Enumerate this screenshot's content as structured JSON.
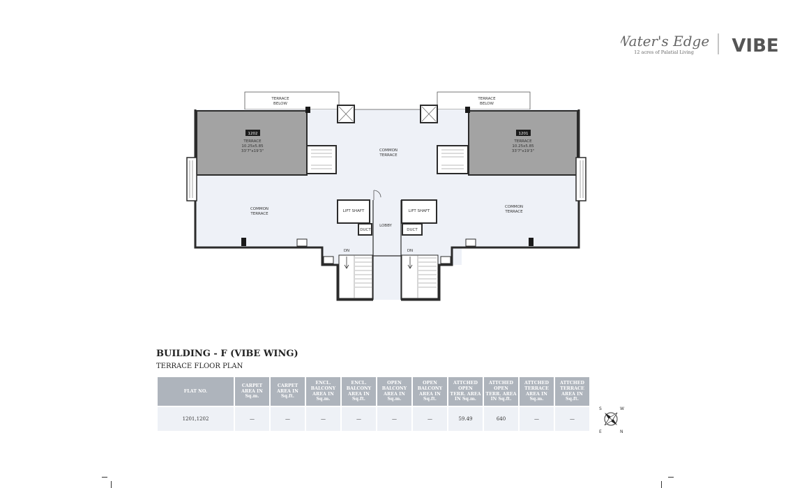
{
  "brand": {
    "project_name": "Water's Edge",
    "tagline": "12 acres of Palatial Living",
    "wing_logo": "VIBE"
  },
  "plan": {
    "labels": {
      "terrace_below": [
        "TERRACE",
        "BELOW"
      ],
      "flat_1202": "1202",
      "flat_1201": "1201",
      "terrace": "TERRACE",
      "terrace_dim_m": "10.25x5.85",
      "terrace_dim_ft": "33'7\"x19'3\"",
      "common_terrace": [
        "COMMON",
        "TERRACE"
      ],
      "lift_shaft": "LIFT SHAFT",
      "duct": "DUCT",
      "lobby": "LOBBY",
      "down": "DN"
    },
    "colors": {
      "wall": "#2b2b2b",
      "flat_terrace": "#a3a3a3",
      "common_terrace": "#eef1f7",
      "flat_tag": "#1c1c1c"
    }
  },
  "heading": {
    "title": "BUILDING - F (VIBE WING)",
    "subtitle": "TERRACE FLOOR PLAN"
  },
  "table": {
    "headers": [
      "FLAT NO.",
      "CARPET AREA IN Sq.m.",
      "CARPET AREA IN Sq.ft.",
      "ENCL. BALCONY AREA IN Sq.m.",
      "ENCL. BALCONY AREA IN Sq.ft.",
      "OPEN BALCONY AREA IN Sq.m.",
      "OPEN BALCONY AREA IN Sq.ft.",
      "ATTCHED OPEN TERR. AREA IN Sq.m.",
      "ATTCHED OPEN TERR. AREA IN Sq.ft.",
      "ATTCHED TERRACE AREA IN Sq.m.",
      "ATTCHED TERRACE AREA IN Sq.ft."
    ],
    "rows": [
      [
        "1201,1202",
        "—",
        "—",
        "—",
        "—",
        "—",
        "—",
        "59.49",
        "640",
        "—",
        "—"
      ]
    ],
    "header_color": "#aeb4bc",
    "row_color": "#eef1f6"
  },
  "compass": {
    "s": "S",
    "w": "W",
    "e": "E",
    "n": "N"
  }
}
